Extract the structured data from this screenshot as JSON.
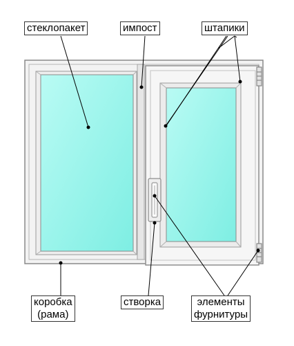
{
  "labels": {
    "glass_unit": "стеклопакет",
    "mullion": "импост",
    "glazing_beads": "штапики",
    "frame": "коробка\n(рама)",
    "frame_line1": "коробка",
    "frame_line2": "(рама)",
    "sash": "створка",
    "fittings_line1": "элементы",
    "fittings_line2": "фурнитуры"
  },
  "colors": {
    "frame_fill": "#f2f2f2",
    "frame_stroke": "#7a7a7a",
    "glass_fill": "#8ff5ea",
    "glass_highlight": "#c9fbf6",
    "leader_line": "#000000"
  }
}
